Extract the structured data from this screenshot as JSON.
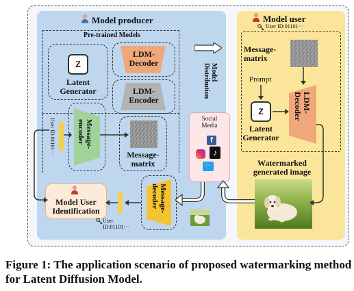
{
  "producer": {
    "title": "Model producer",
    "pretrained_title": "Pre-trained Models",
    "z_symbol": "Z",
    "latent_generator": "Latent\nGenerator",
    "ldm_decoder": "LDM-\nDecoder",
    "ldm_encoder": "LDM-\nEncoder",
    "message_encoder": "Message-\nencoder",
    "message_matrix": "Message-\nmatrix",
    "user_id": "User ID:01101···",
    "identification": "Model User\nIdentification",
    "message_decoder": "Message-\ndecoder",
    "user_id_bottom": "User\nID:01101···"
  },
  "distribution": "Model\nDistribution",
  "social": {
    "title": "Social\nMedia"
  },
  "user": {
    "title": "Model user",
    "user_id": "User ID:01101···",
    "message_matrix": "Message-\nmatrix",
    "prompt": "Prompt",
    "z_symbol": "Z",
    "latent_generator": "Latent\nGenerator",
    "ldm_decoder": "LDM-\nDecoder",
    "watermarked": "Watermarked\ngenerated image"
  },
  "caption": "Figure 1: The application scenario of proposed watermarking method for Latent Diffusion Model.",
  "colors": {
    "producer_bg": "#bed6ee",
    "user_bg": "#fbe59a",
    "ldm_decoder": "#f0a77a",
    "ldm_encoder": "#b3b3b3",
    "message_encoder": "#9fd39a",
    "message_decoder": "#f4c430",
    "id_strip": "#f2d04a"
  },
  "icons": [
    "person-icon",
    "key-icon",
    "facebook-icon",
    "instagram-icon",
    "tiktok-icon",
    "twitter-icon",
    "dog-photo"
  ]
}
